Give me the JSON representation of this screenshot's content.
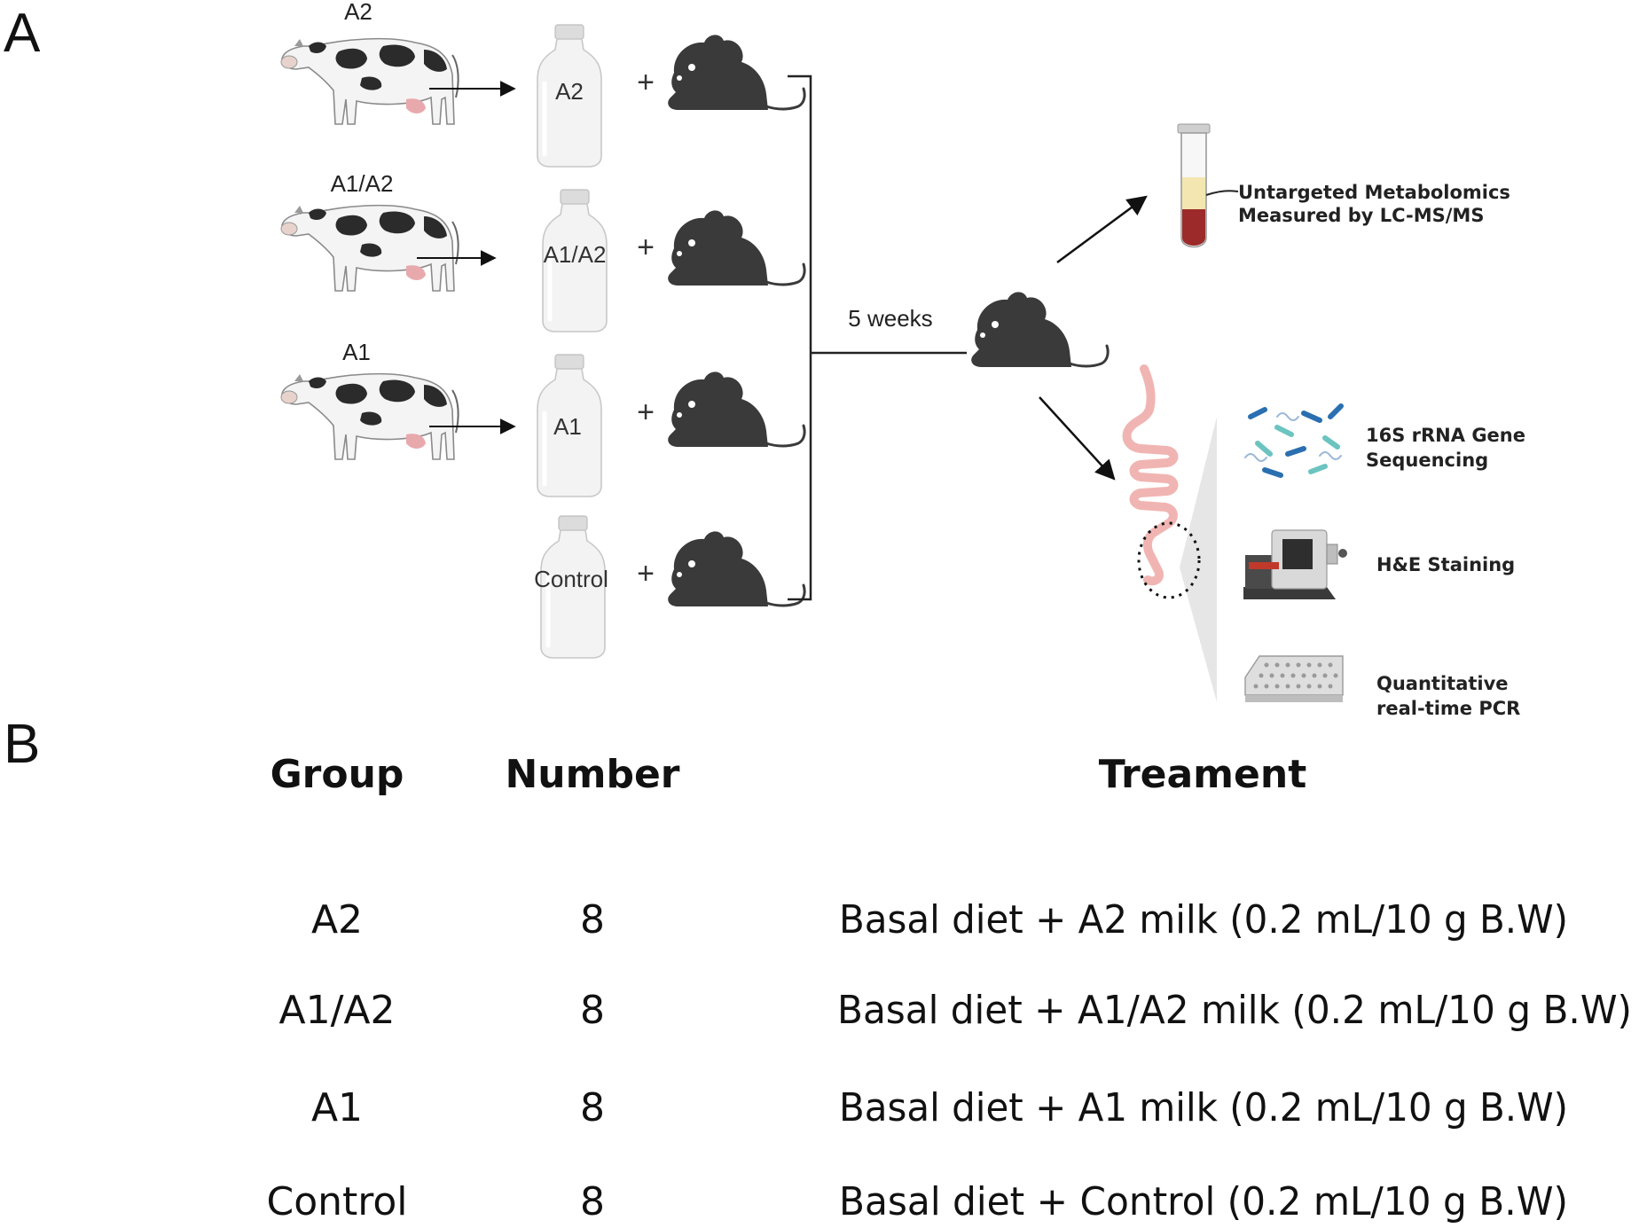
{
  "panels": {
    "a": "A",
    "b": "B"
  },
  "cows": [
    {
      "label": "A2"
    },
    {
      "label": "A1/A2"
    },
    {
      "label": "A1"
    }
  ],
  "bottles": [
    {
      "label": "A2"
    },
    {
      "label": "A1/A2"
    },
    {
      "label": "A1"
    },
    {
      "label": "Control"
    }
  ],
  "plus_sign": "+",
  "duration": "5  weeks",
  "analyses": {
    "metabolomics": [
      "Untargeted Metabolomics",
      "Measured by LC-MS/MS"
    ],
    "sequencing": [
      "16S rRNA Gene",
      "Sequencing"
    ],
    "staining": [
      "H&E Staining"
    ],
    "pcr": [
      "Quantitative",
      "real-time PCR"
    ]
  },
  "table": {
    "headers": {
      "group": "Group",
      "number": "Number",
      "treatment": "Treament"
    },
    "rows": [
      {
        "group": "A2",
        "number": "8",
        "treatment": "Basal diet + A2 milk (0.2 mL/10 g B.W)"
      },
      {
        "group": "A1/A2",
        "number": "8",
        "treatment": "Basal diet + A1/A2 milk (0.2 mL/10 g B.W)"
      },
      {
        "group": "A1",
        "number": "8",
        "treatment": "Basal diet + A1 milk (0.2 mL/10 g B.W)"
      },
      {
        "group": "Control",
        "number": "8",
        "treatment": "Basal diet + Control (0.2 mL/10 g B.W)"
      }
    ]
  },
  "colors": {
    "mouse": "#3a3a3a",
    "cow_spot": "#2b2b2b",
    "udder": "#e8a9ad",
    "blood": "#9c2a2a",
    "plasma": "#f3e6b0",
    "intestine": "#f0b5b2",
    "bacteria_blue": "#2a6fb0",
    "bacteria_teal": "#6bc4c0"
  },
  "icons": [
    "cow-icon",
    "milk-bottle-icon",
    "mouse-icon",
    "blood-tube-icon",
    "intestine-icon",
    "bacteria-icon",
    "microtome-icon",
    "pcr-plate-icon"
  ]
}
